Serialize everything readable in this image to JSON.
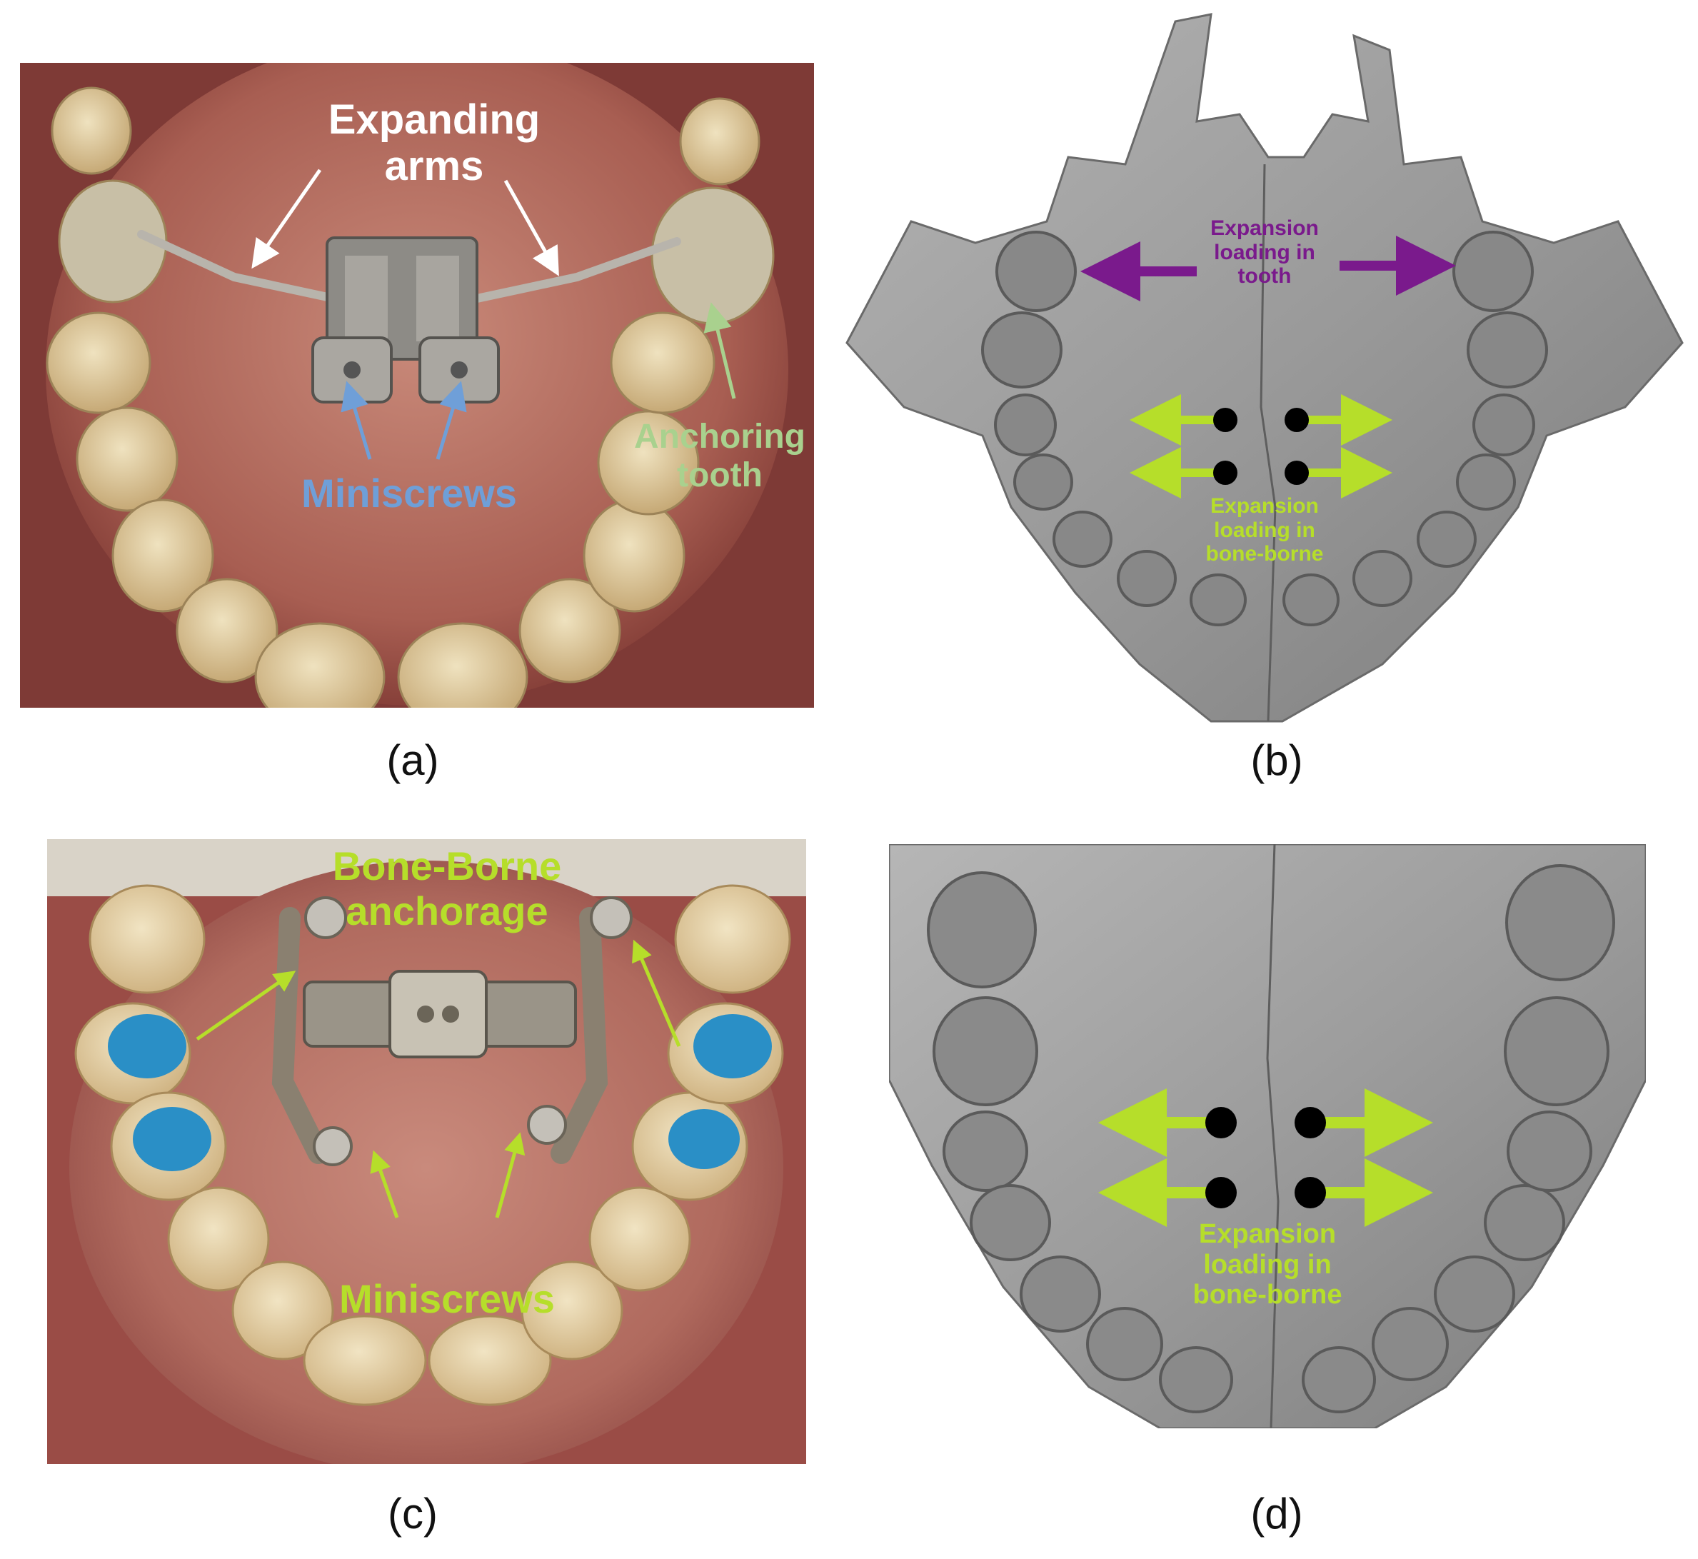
{
  "panels": {
    "a": {
      "caption": "(a)",
      "expanding_arms": "Expanding\narms",
      "miniscrews": "Miniscrews",
      "anchoring_tooth": "Anchoring\ntooth"
    },
    "b": {
      "caption": "(b)",
      "tooth_loading": "Expansion\nloading in\ntooth",
      "bone_loading": "Expansion\nloading in\nbone-borne"
    },
    "c": {
      "caption": "(c)",
      "bone_borne_anchorage": "Bone-Borne\nanchorage",
      "miniscrews": "Miniscrews"
    },
    "d": {
      "caption": "(d)",
      "bone_loading": "Expansion\nloading in\nbone-borne"
    }
  },
  "colors": {
    "label_white": "#ffffff",
    "label_blue": "#6f9fd8",
    "label_light_green": "#a9d18e",
    "label_lime": "#b6de2a",
    "label_purple": "#7a1a8c",
    "bone_gray": "#9a9a9a",
    "mouth_red": "#9c4a43",
    "teeth_cream": "#d7c29a"
  }
}
